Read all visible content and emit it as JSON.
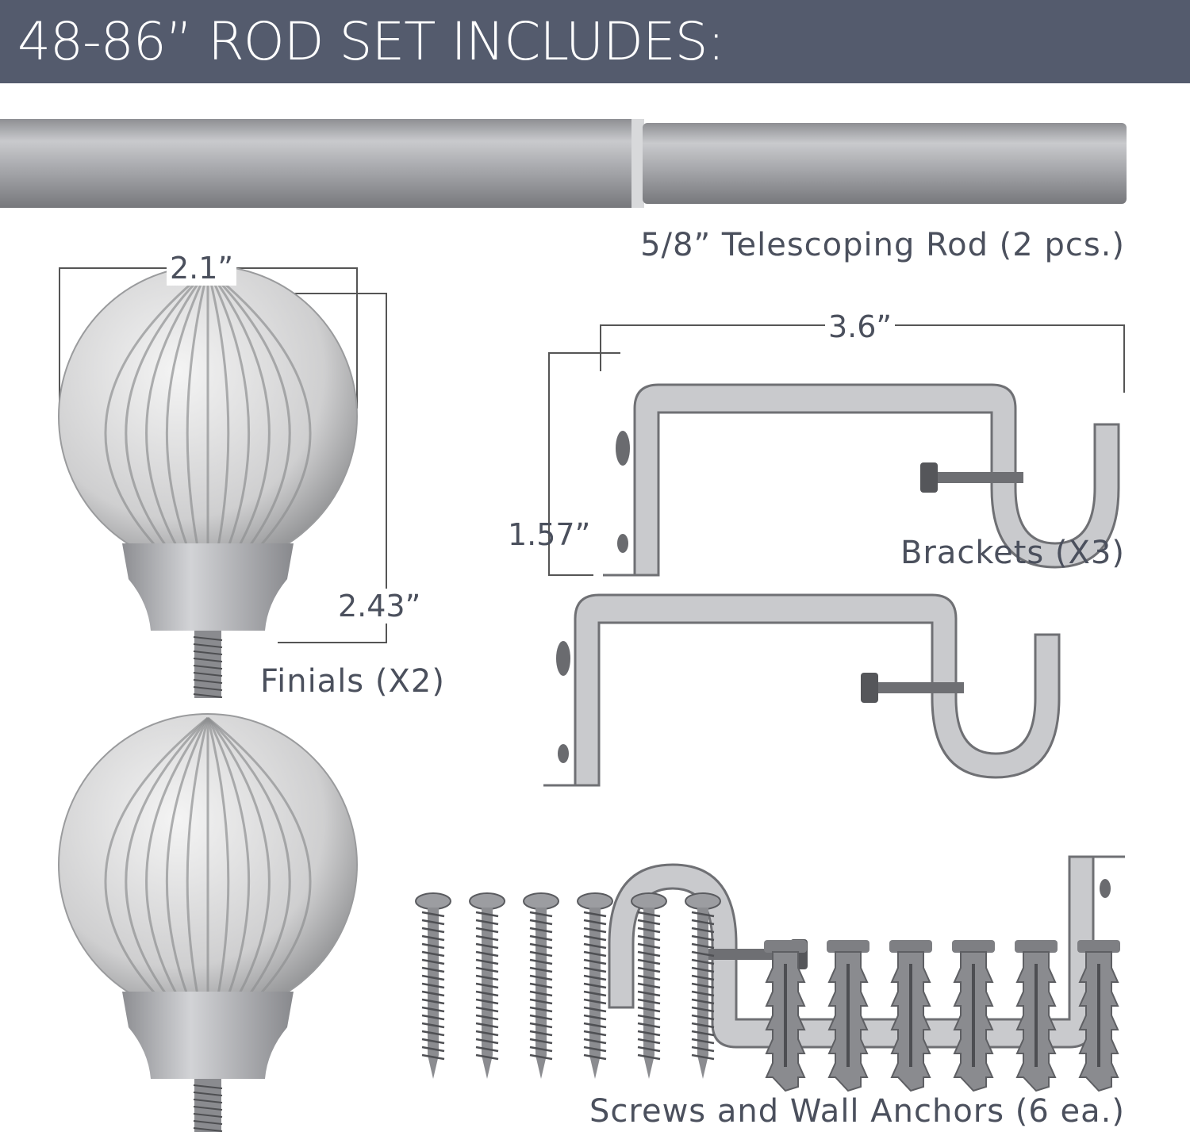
{
  "header": {
    "title": "48-86” ROD SET INCLUDES:"
  },
  "labels": {
    "rod": "5/8” Telescoping Rod (2 pcs.)",
    "finials": "Finials (X2)",
    "brackets": "Brackets (X3)",
    "hardware": "Screws and Wall Anchors (6 ea.)"
  },
  "dimensions": {
    "finial_width": "2.1”",
    "finial_height": "2.43”",
    "bracket_depth": "3.6”",
    "bracket_height": "1.57”"
  },
  "colors": {
    "header_bg": "#545b6d",
    "text": "#4b505d",
    "metal": "#a9aaae"
  },
  "counts": {
    "screws": 6,
    "anchors": 6
  }
}
